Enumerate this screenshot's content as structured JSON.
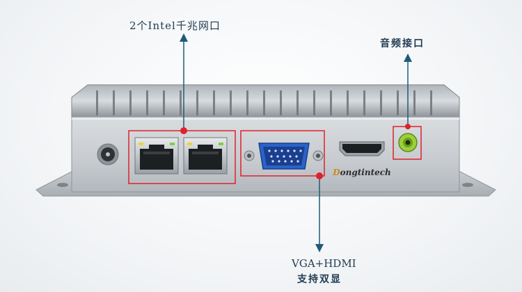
{
  "labels": {
    "lan": "2个Intel千兆网口",
    "audio": "音频接口",
    "display_line1": "VGA+HDMI",
    "display_line2": "支持双显"
  },
  "brand": "Dongtintech",
  "colors": {
    "arrow": "#1f5a7a",
    "highlight": "#e0202a",
    "chassis": "#c8ccd0",
    "vga_port": "#2a63c9",
    "audio_port": "#9ccf3a"
  }
}
